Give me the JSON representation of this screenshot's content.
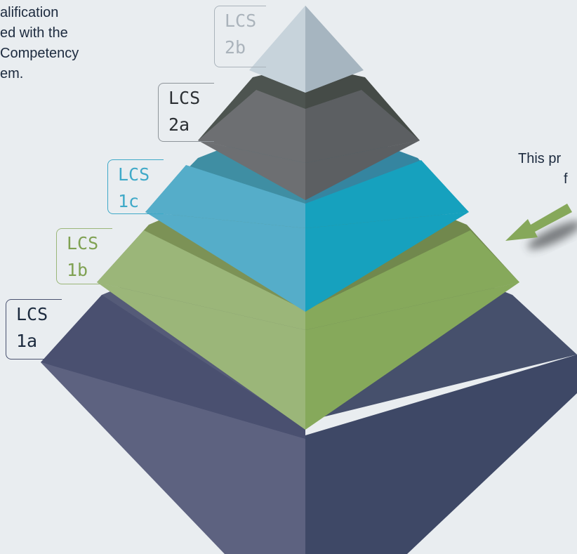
{
  "intro": {
    "lines": [
      "alification",
      "ed with the",
      " Competency",
      "em."
    ]
  },
  "side_note": {
    "lines": [
      "This pr",
      "f"
    ]
  },
  "ghost_text": {
    "lines": [
      "",
      "",
      ""
    ]
  },
  "levels": [
    {
      "id": "lcs-2b",
      "line1": "LCS",
      "line2": "2b",
      "color": "#c7d4dc",
      "label_color": "#b0b8bf"
    },
    {
      "id": "lcs-2a",
      "line1": "LCS",
      "line2": "2a",
      "color": "#5c6064",
      "label_color": "#2b2f33"
    },
    {
      "id": "lcs-1c",
      "line1": "LCS",
      "line2": "1c",
      "color": "#1aa3c0",
      "label_color": "#3fa9c8"
    },
    {
      "id": "lcs-1b",
      "line1": "LCS",
      "line2": "1b",
      "color": "#8aa85e",
      "label_color": "#7fa152"
    },
    {
      "id": "lcs-1a",
      "line1": "LCS",
      "line2": "1a",
      "color": "#4a5270",
      "label_color": "#1c2a3e"
    }
  ],
  "colors": {
    "background": "#e9edf0",
    "arrow": "#86a85a",
    "text": "#1c2a3e"
  }
}
